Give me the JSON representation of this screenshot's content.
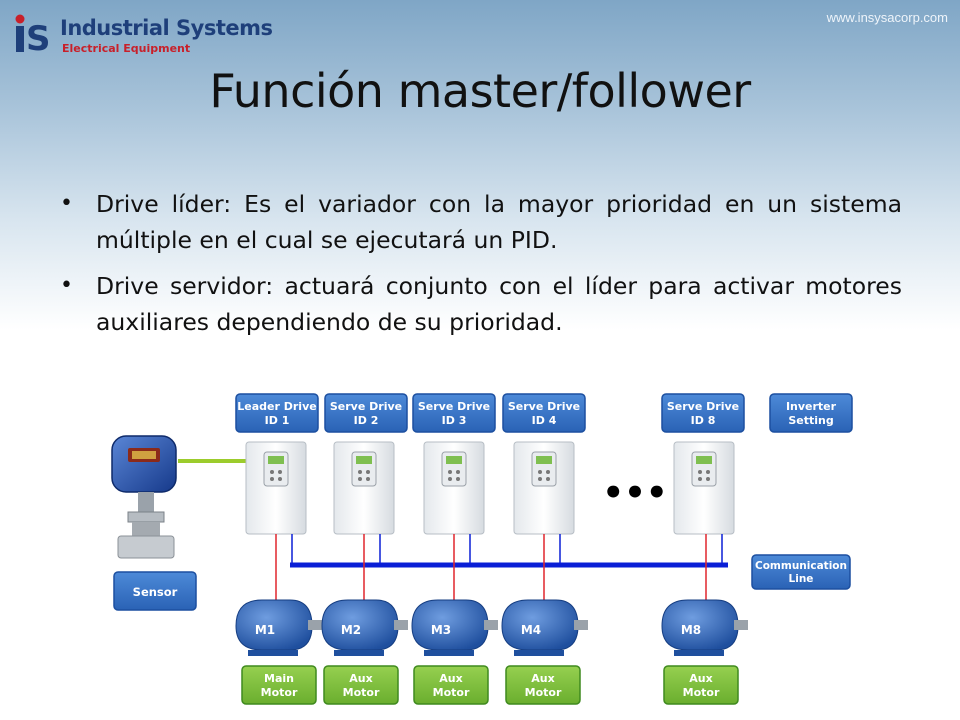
{
  "header": {
    "brand_title": "Industrial Systems",
    "brand_subtitle": "Electrical Equipment",
    "website": "www.insysacorp.com",
    "logo_mark": "iS"
  },
  "title": "Función master/follower",
  "bullets": [
    {
      "text": "Drive líder: Es el variador con la mayor prioridad en un sistema múltiple en el cual se ejecutará un PID."
    },
    {
      "text": "Drive servidor: actuará conjunto con el líder para activar motores auxiliares dependiendo de su prioridad."
    }
  ],
  "diagram": {
    "drives": [
      {
        "label_line1": "Leader Drive",
        "label_line2": "ID 1",
        "motor": "M1",
        "motor_line1": "Main",
        "motor_line2": "Motor"
      },
      {
        "label_line1": "Serve Drive",
        "label_line2": "ID 2",
        "motor": "M2",
        "motor_line1": "Aux",
        "motor_line2": "Motor"
      },
      {
        "label_line1": "Serve Drive",
        "label_line2": "ID 3",
        "motor": "M3",
        "motor_line1": "Aux",
        "motor_line2": "Motor"
      },
      {
        "label_line1": "Serve Drive",
        "label_line2": "ID 4",
        "motor": "M4",
        "motor_line1": "Aux",
        "motor_line2": "Motor"
      },
      {
        "label_line1": "Serve Drive",
        "label_line2": "ID 8",
        "motor": "M8",
        "motor_line1": "Aux",
        "motor_line2": "Motor"
      }
    ],
    "inverter_setting_line1": "Inverter",
    "inverter_setting_line2": "Setting",
    "comm_line1": "Communication",
    "comm_line2": "Line",
    "sensor_label": "Sensor",
    "ellipsis": "•••",
    "colors": {
      "label_blue": "#2f6fc4",
      "label_border": "#1c4fa0",
      "motor_label_green": "#7cbf3c",
      "bus_blue": "#0a1fd6",
      "signal_red": "#e0262c",
      "sensor_link_green": "#9ccc2c",
      "motor_blue": "#2a5fb8"
    }
  }
}
